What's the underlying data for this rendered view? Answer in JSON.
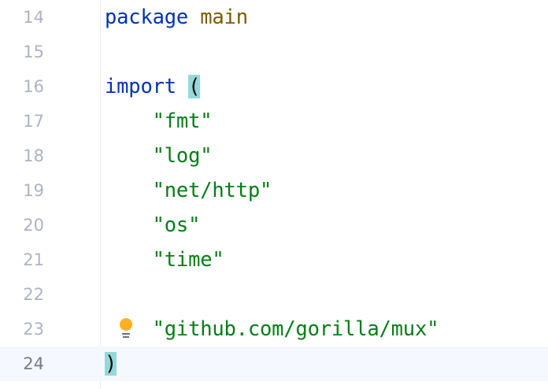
{
  "editor": {
    "language": "go",
    "current_line": 24,
    "lines": [
      {
        "num": "14",
        "tokens": [
          {
            "t": "package",
            "c": "kw"
          },
          {
            "t": " "
          },
          {
            "t": "main",
            "c": "pkg"
          }
        ]
      },
      {
        "num": "15",
        "tokens": []
      },
      {
        "num": "16",
        "tokens": [
          {
            "t": "import",
            "c": "kw"
          },
          {
            "t": " "
          },
          {
            "t": "(",
            "c": "punc",
            "match": true
          }
        ]
      },
      {
        "num": "17",
        "tokens": [
          {
            "t": "    "
          },
          {
            "t": "\"fmt\"",
            "c": "str"
          }
        ]
      },
      {
        "num": "18",
        "tokens": [
          {
            "t": "    "
          },
          {
            "t": "\"log\"",
            "c": "str"
          }
        ]
      },
      {
        "num": "19",
        "tokens": [
          {
            "t": "    "
          },
          {
            "t": "\"net/http\"",
            "c": "str"
          }
        ]
      },
      {
        "num": "20",
        "tokens": [
          {
            "t": "    "
          },
          {
            "t": "\"os\"",
            "c": "str"
          }
        ]
      },
      {
        "num": "21",
        "tokens": [
          {
            "t": "    "
          },
          {
            "t": "\"time\"",
            "c": "str"
          }
        ]
      },
      {
        "num": "22",
        "tokens": []
      },
      {
        "num": "23",
        "tokens": [
          {
            "t": "    "
          },
          {
            "t": "\"github.com/gorilla/mux\"",
            "c": "str"
          }
        ],
        "intention_bulb": true
      },
      {
        "num": "24",
        "tokens": [
          {
            "t": ")",
            "c": "punc",
            "match": true
          }
        ]
      }
    ]
  },
  "colors": {
    "keyword": "#0033b3",
    "package_name": "#7a5a00",
    "string": "#067d17",
    "brace_match_bg": "#93d9d9",
    "current_line_bg": "#f5f8fe",
    "line_number": "#aeb3c2",
    "bulb": "#fdb022"
  }
}
